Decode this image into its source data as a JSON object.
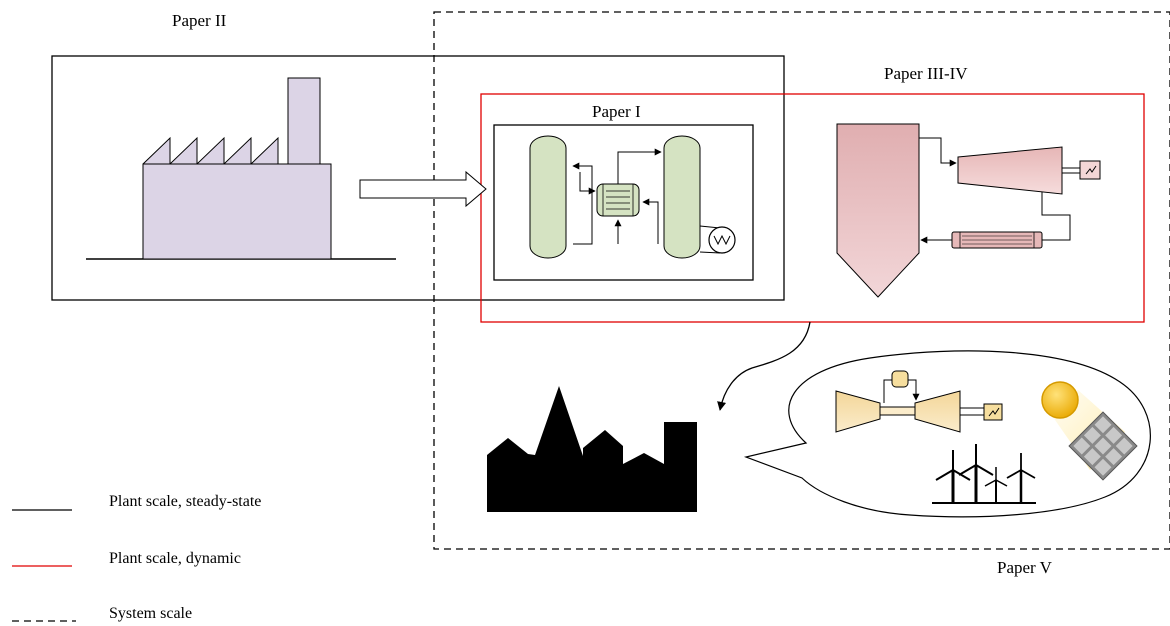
{
  "labels": {
    "paper_ii": "Paper II",
    "paper_iii_iv": "Paper III-IV",
    "paper_i": "Paper I",
    "paper_v": "Paper V"
  },
  "legend": [
    {
      "label": "Plant scale, steady-state",
      "color": "#000000",
      "style": "solid"
    },
    {
      "label": "Plant scale, dynamic",
      "color": "#e00000",
      "style": "solid"
    },
    {
      "label": "System scale",
      "color": "#000000",
      "style": "dashed"
    }
  ],
  "colors": {
    "factory_fill": "#dcd4e6",
    "column_fill": "#d5e3c2",
    "boiler_fill": "#e6b4b4",
    "turbine_fill": "#f7dea8",
    "sun_fill": "#f2b400",
    "dynamic_border": "#e00000"
  },
  "icons": [
    "factory-icon",
    "capture-plant-icon",
    "power-plant-icon",
    "city-skyline-icon",
    "gas-turbine-icon",
    "wind-turbines-icon",
    "solar-panel-icon",
    "sun-icon"
  ]
}
